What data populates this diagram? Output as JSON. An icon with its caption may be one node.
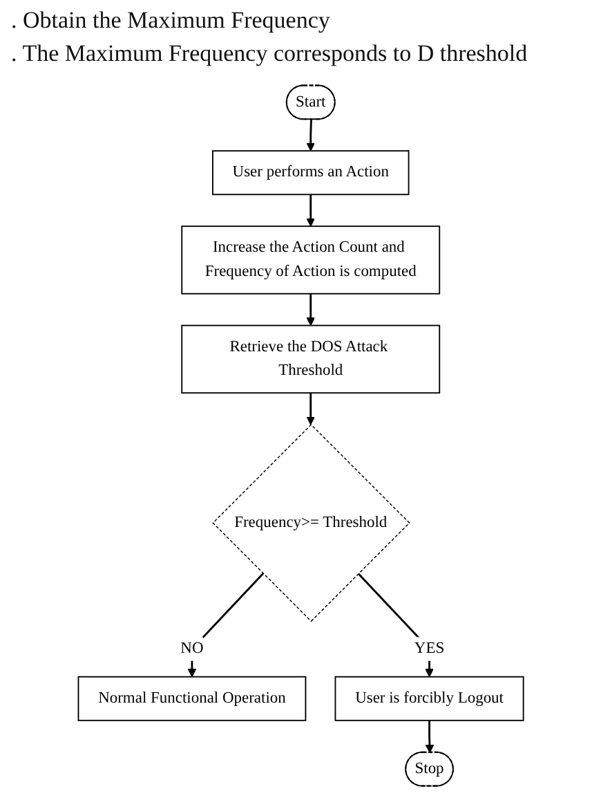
{
  "diagram": {
    "nodes": [
      {
        "text": [
          "Start"
        ]
      },
      {
        "text": [
          "User performs an Action"
        ]
      },
      {
        "text": [
          "Increase the Action Count and Frequency of Action is computed"
        ]
      },
      {
        "text": [
          "Retrieve the DOS Attack Threshold"
        ]
      },
      {
        "text": [
          "Frequency>= Threshold"
        ]
      },
      {
        "text": [
          "Normal Functional Operation"
        ]
      },
      {
        "text": [
          "User is forcibly Logout"
        ]
      },
      {
        "text": [
          "Stop"
        ]
      }
    ],
    "edges": [
      {
        "from": 0,
        "to": 1,
        "arrow": "to"
      },
      {
        "from": 1,
        "to": 2,
        "arrow": "to"
      },
      {
        "from": 2,
        "to": 3,
        "arrow": "to"
      },
      {
        "from": 3,
        "to": 4,
        "arrow": "to"
      },
      {
        "from": 4,
        "to": 5,
        "arrow": "to",
        "label": "NO"
      },
      {
        "from": 4,
        "to": 6,
        "arrow": "to",
        "label": "YES"
      },
      {
        "from": 6,
        "to": 7,
        "arrow": "to"
      }
    ],
    "labels": [
      ". Obtain the Maximum Frequency",
      ". The Maximum Frequency corresponds to D threshold"
    ]
  }
}
